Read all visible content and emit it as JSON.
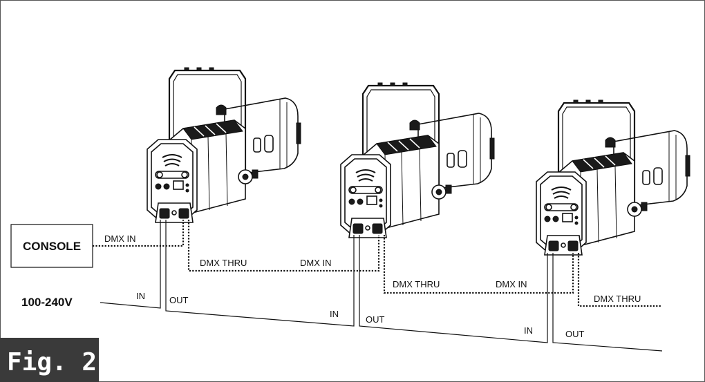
{
  "figure": {
    "label": "Fig. 2",
    "label_bg": "#3a3a3a",
    "frame_color": "#555555"
  },
  "console": {
    "label": "CONSOLE"
  },
  "power": {
    "label": "100-240V"
  },
  "fixtures": [
    {
      "in_label": "IN",
      "out_label": "OUT",
      "dmx_in_label": "DMX IN",
      "dmx_thru_label": "DMX THRU"
    },
    {
      "in_label": "IN",
      "out_label": "OUT",
      "dmx_in_label": "DMX IN",
      "dmx_thru_label": "DMX THRU"
    },
    {
      "in_label": "IN",
      "out_label": "OUT",
      "dmx_in_label": "DMX IN",
      "dmx_thru_label": "DMX THRU"
    }
  ],
  "icons": {
    "fixture": "ellipsoidal-spotlight-icon"
  }
}
